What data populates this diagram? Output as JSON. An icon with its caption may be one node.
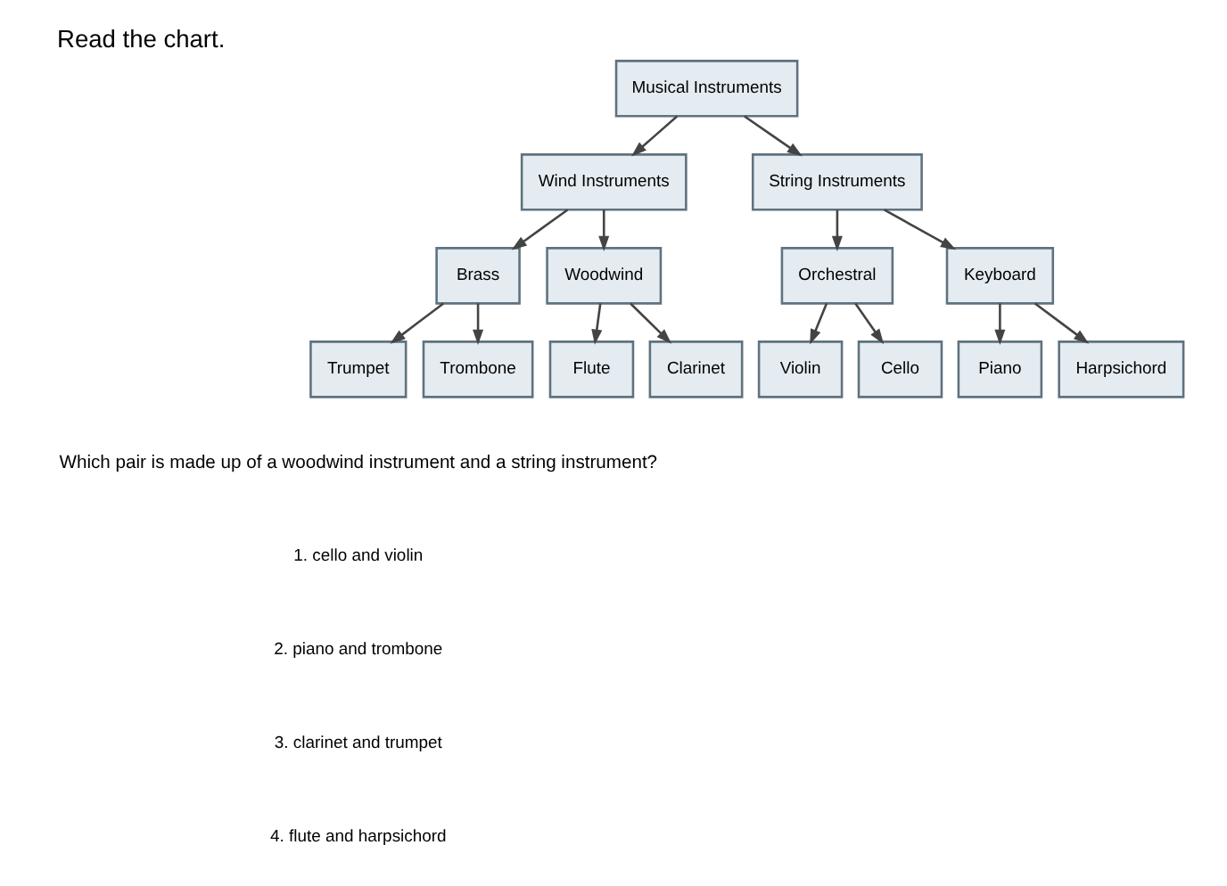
{
  "diagram": {
    "title": "Read the chart.",
    "nodes": [
      {
        "text": [
          "Musical Instruments"
        ]
      },
      {
        "text": [
          "Wind Instruments"
        ]
      },
      {
        "text": [
          "String Instruments"
        ]
      },
      {
        "text": [
          "Brass"
        ]
      },
      {
        "text": [
          "Woodwind"
        ]
      },
      {
        "text": [
          "Orchestral"
        ]
      },
      {
        "text": [
          "Keyboard"
        ]
      },
      {
        "text": [
          "Trumpet"
        ]
      },
      {
        "text": [
          "Trombone"
        ]
      },
      {
        "text": [
          "Flute"
        ]
      },
      {
        "text": [
          "Clarinet"
        ]
      },
      {
        "text": [
          "Violin"
        ]
      },
      {
        "text": [
          "Cello"
        ]
      },
      {
        "text": [
          "Piano"
        ]
      },
      {
        "text": [
          "Harpsichord"
        ]
      }
    ],
    "edges": [
      {
        "from": 0,
        "to": 1,
        "arrow": "to"
      },
      {
        "from": 0,
        "to": 2,
        "arrow": "to"
      },
      {
        "from": 1,
        "to": 3,
        "arrow": "to"
      },
      {
        "from": 1,
        "to": 4,
        "arrow": "to"
      },
      {
        "from": 2,
        "to": 5,
        "arrow": "to"
      },
      {
        "from": 2,
        "to": 6,
        "arrow": "to"
      },
      {
        "from": 3,
        "to": 7,
        "arrow": "to"
      },
      {
        "from": 3,
        "to": 8,
        "arrow": "to"
      },
      {
        "from": 4,
        "to": 9,
        "arrow": "to"
      },
      {
        "from": 4,
        "to": 10,
        "arrow": "to"
      },
      {
        "from": 5,
        "to": 11,
        "arrow": "to"
      },
      {
        "from": 5,
        "to": 12,
        "arrow": "to"
      },
      {
        "from": 6,
        "to": 13,
        "arrow": "to"
      },
      {
        "from": 6,
        "to": 14,
        "arrow": "to"
      }
    ],
    "labels": [
      "Which pair is made up of a woodwind instrument and a string instrument?",
      "1. cello and violin",
      "2. piano and trombone",
      "3. clarinet and trumpet",
      "4. flute and harpsichord"
    ]
  }
}
